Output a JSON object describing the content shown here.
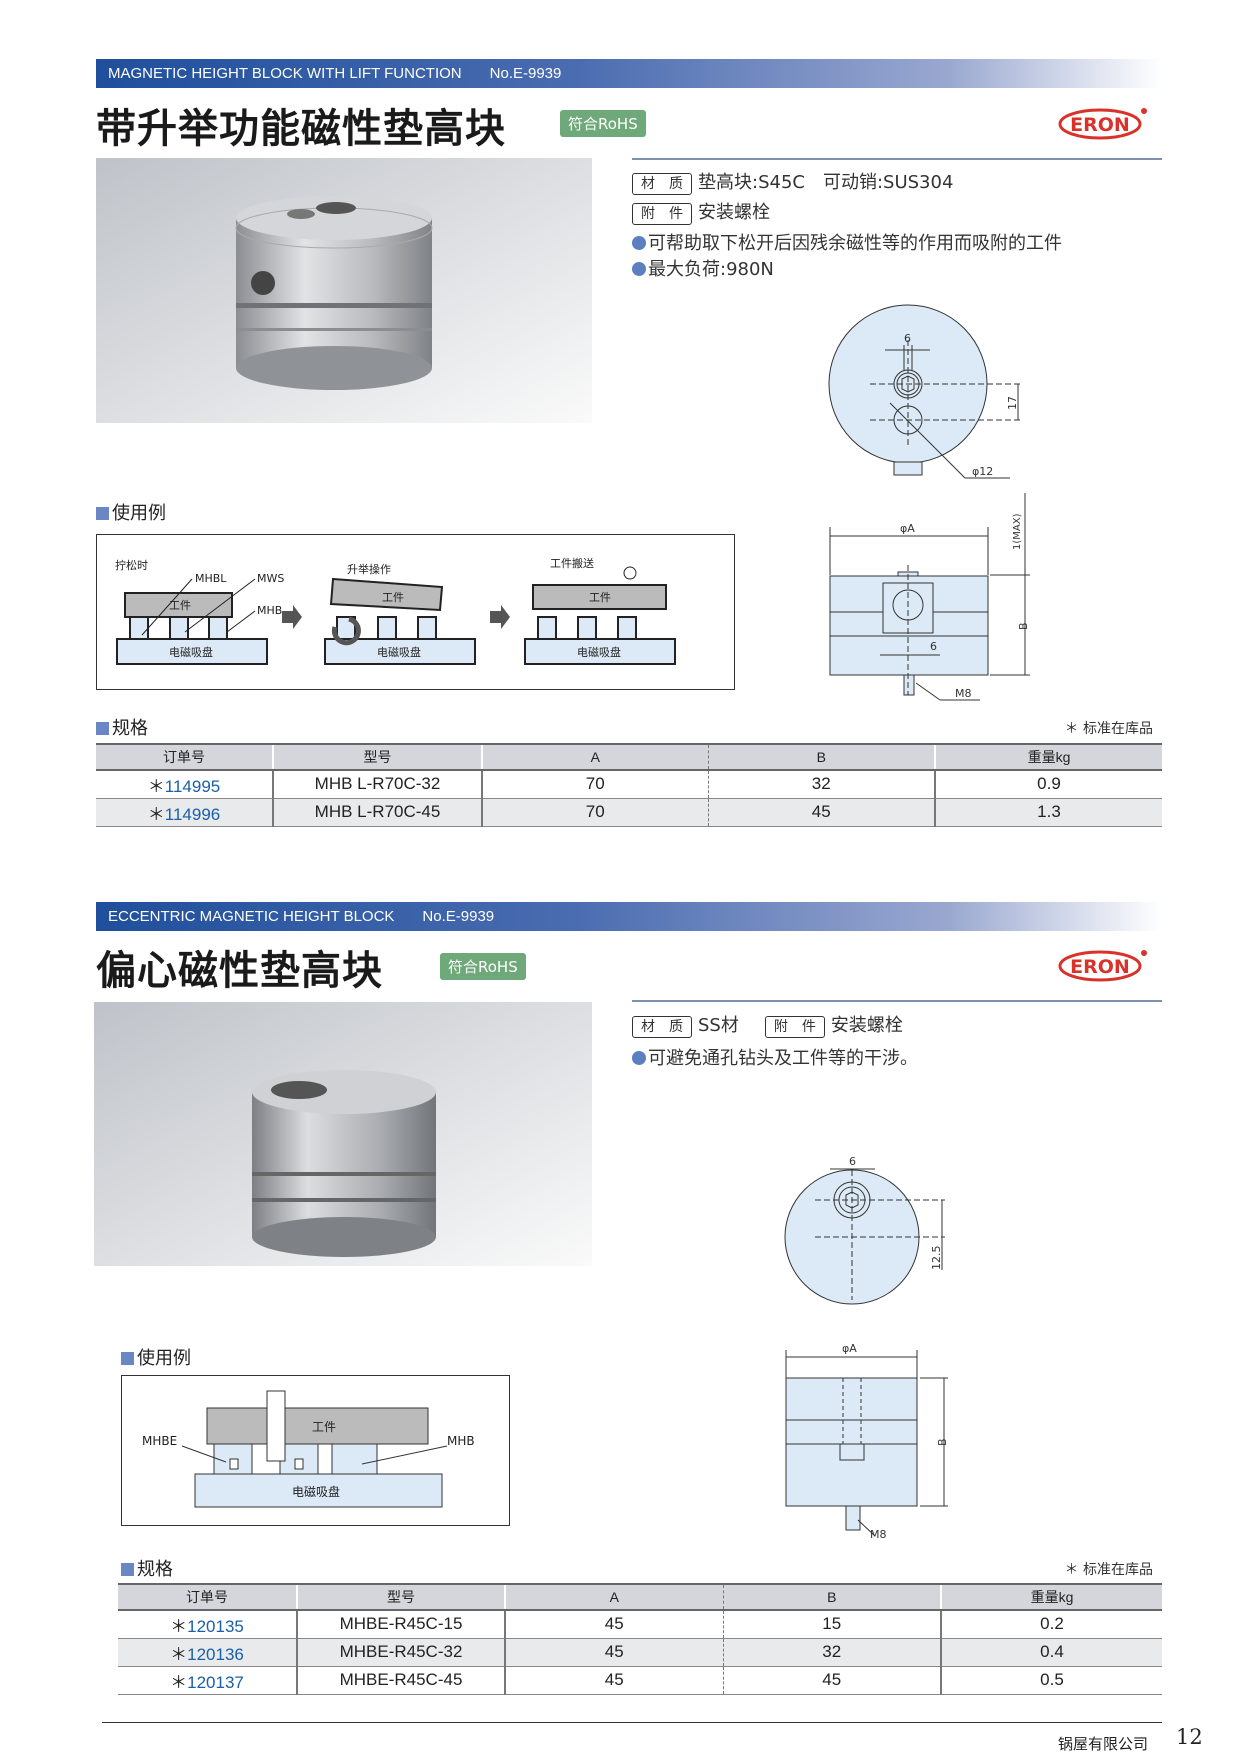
{
  "section1": {
    "header_en": "MAGNETIC HEIGHT BLOCK WITH LIFT FUNCTION",
    "header_no": "No.E-9939",
    "title": "带升举功能磁性垫高块",
    "rohs": "符合RoHS",
    "logo": "ERON",
    "material_label": "材　质",
    "material_value": "垫高块:S45C　可动销:SUS304",
    "accessory_label": "附　件",
    "accessory_value": "安装螺栓",
    "bullets": [
      "可帮助取下松开后因残余磁性等的作用而吸附的工件",
      "最大负荷:980N"
    ],
    "drawing": {
      "d6": "6",
      "d17": "17",
      "phi12": "φ12",
      "phiA": "φA",
      "max": "1(MAX)",
      "b": "B",
      "d6b": "6",
      "m8": "M8"
    },
    "usage_title": "使用例",
    "usage": {
      "stage1": "拧松时",
      "stage2": "升举操作",
      "stage3": "工件搬送",
      "mhbl": "MHBL",
      "mws": "MWS",
      "mhb": "MHB",
      "work": "工件",
      "chuck": "电磁吸盘"
    },
    "spec_title": "规格",
    "stock_note": "＊ 标准在库品",
    "table": {
      "headers": [
        "订单号",
        "型号",
        "A",
        "B",
        "重量kg"
      ],
      "rows": [
        {
          "star": "＊",
          "code": "114995",
          "model": "MHB L-R70C-32",
          "a": "70",
          "b": "32",
          "weight": "0.9"
        },
        {
          "star": "＊",
          "code": "114996",
          "model": "MHB L-R70C-45",
          "a": "70",
          "b": "45",
          "weight": "1.3"
        }
      ]
    }
  },
  "section2": {
    "header_en": "ECCENTRIC MAGNETIC HEIGHT BLOCK",
    "header_no": "No.E-9939",
    "title": "偏心磁性垫高块",
    "rohs": "符合RoHS",
    "logo": "ERON",
    "material_label": "材　质",
    "material_value": "SS材",
    "accessory_label": "附　件",
    "accessory_value": "安装螺栓",
    "bullets": [
      "可避免通孔钻头及工件等的干涉。"
    ],
    "drawing": {
      "d6": "6",
      "d125": "12.5",
      "phiA": "φA",
      "b": "B",
      "m8": "M8"
    },
    "usage_title": "使用例",
    "usage": {
      "mhbe": "MHBE",
      "mhb": "MHB",
      "work": "工件",
      "chuck": "电磁吸盘"
    },
    "spec_title": "规格",
    "stock_note": "＊ 标准在库品",
    "table": {
      "headers": [
        "订单号",
        "型号",
        "A",
        "B",
        "重量kg"
      ],
      "rows": [
        {
          "star": "＊",
          "code": "120135",
          "model": "MHBE-R45C-15",
          "a": "45",
          "b": "15",
          "weight": "0.2"
        },
        {
          "star": "＊",
          "code": "120136",
          "model": "MHBE-R45C-32",
          "a": "45",
          "b": "32",
          "weight": "0.4"
        },
        {
          "star": "＊",
          "code": "120137",
          "model": "MHBE-R45C-45",
          "a": "45",
          "b": "45",
          "weight": "0.5"
        }
      ]
    }
  },
  "footer": {
    "company": "锅屋有限公司",
    "page": "12"
  },
  "colors": {
    "header_blue": "#1f4f9c",
    "rohs_green": "#6fa97a",
    "logo_red": "#d8322a",
    "code_blue": "#1a5fa8",
    "drawing_fill": "#dbeaf6"
  }
}
